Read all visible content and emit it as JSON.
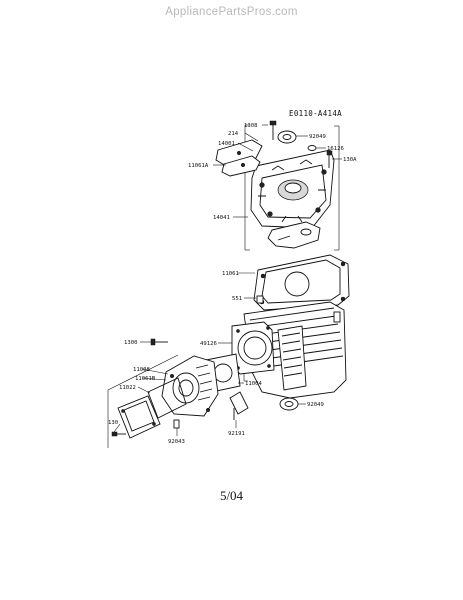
{
  "site_watermark": "AppliancePartsPros.com",
  "diagram_ref": "E0110-A414A",
  "page_date": "5/04",
  "part_labels": {
    "p1308": "1308",
    "p92049_top": "92049",
    "p214": "214",
    "p14001": "14001",
    "p16126": "16126",
    "p130A": "130A",
    "p11061A": "11061A",
    "p14041": "14041",
    "p11061": "11061",
    "p551": "551",
    "p1300": "1300",
    "p49126": "49126",
    "p11008": "11008",
    "p11061B": "11061B",
    "p11004": "11004",
    "p11022": "11022",
    "p92049_bottom": "92049",
    "p130": "130",
    "p92043": "92043",
    "p92191": "92191"
  }
}
